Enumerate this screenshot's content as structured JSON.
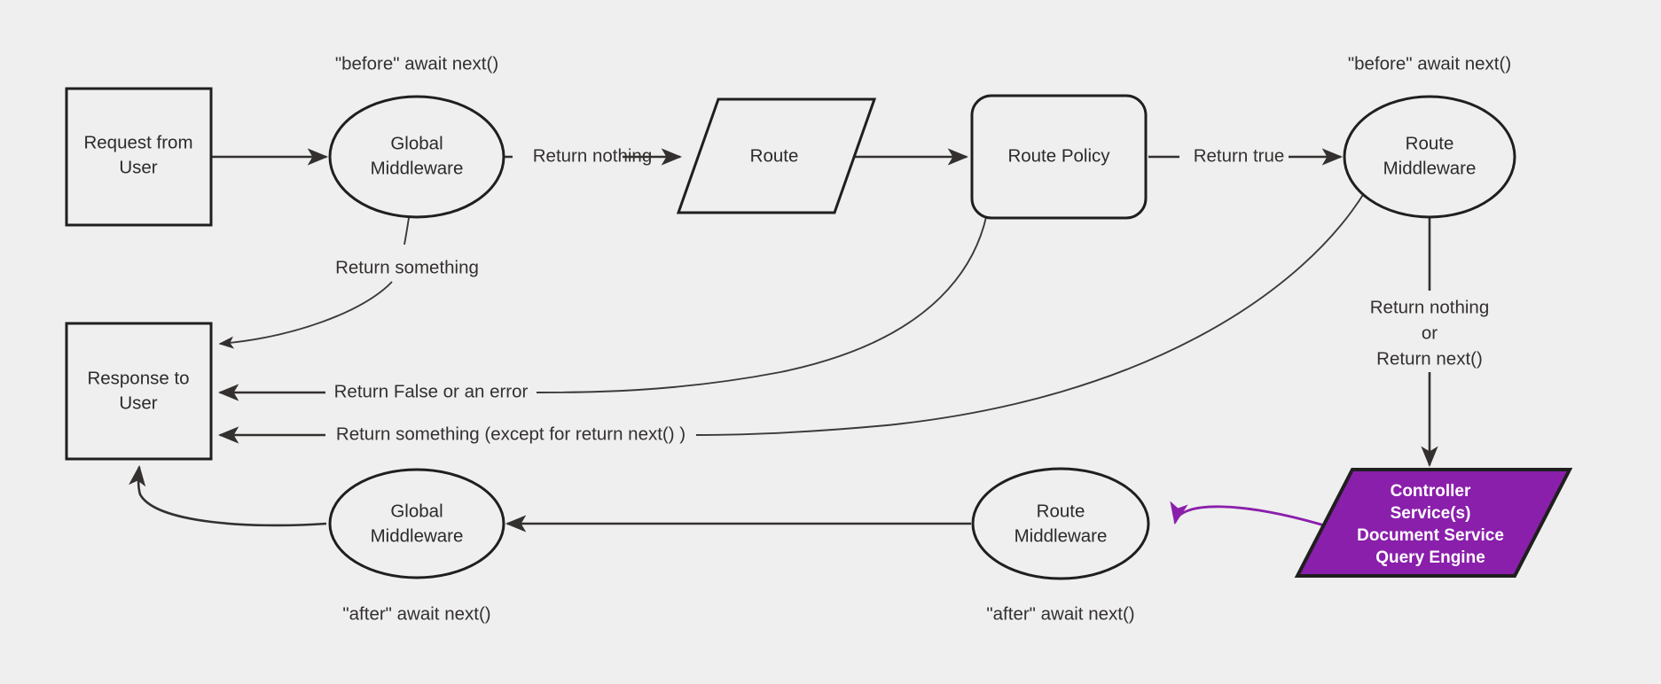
{
  "diagram": {
    "title": "Request lifecycle middleware flow",
    "background_color": "#efefef",
    "stroke_color": "#1f1f1f",
    "accent_color": "#8a1fab",
    "nodes": {
      "request_from_user": {
        "line1": "Request from",
        "line2": "User",
        "shape": "rectangle"
      },
      "global_middleware_before": {
        "line1": "Global",
        "line2": "Middleware",
        "shape": "ellipse"
      },
      "route": {
        "line1": "Route",
        "shape": "parallelogram"
      },
      "route_policy": {
        "line1": "Route Policy",
        "shape": "rounded-rectangle"
      },
      "route_middleware_before": {
        "line1": "Route",
        "line2": "Middleware",
        "shape": "ellipse"
      },
      "controller_services": {
        "line1": "Controller",
        "line2": "Service(s)",
        "line3": "Document Service",
        "line4": "Query Engine",
        "shape": "parallelogram",
        "fill": "#8a1fab",
        "text_color": "#ffffff"
      },
      "response_to_user": {
        "line1": "Response to",
        "line2": "User",
        "shape": "rectangle"
      },
      "global_middleware_after": {
        "line1": "Global",
        "line2": "Middleware",
        "shape": "ellipse"
      },
      "route_middleware_after": {
        "line1": "Route",
        "line2": "Middleware",
        "shape": "ellipse"
      }
    },
    "annotations": {
      "before_global": "\"before\" await next()",
      "before_route": "\"before\" await next()",
      "after_global": "\"after\" await next()",
      "after_route": "\"after\" await next()"
    },
    "edge_labels": {
      "return_nothing": "Return nothing",
      "return_true": "Return true",
      "return_something": "Return something",
      "return_false_or_error": "Return False or an error",
      "return_something_except_next": "Return something (except for return next() )",
      "return_nothing_or_next_1": "Return nothing",
      "return_nothing_or_next_2": "or",
      "return_nothing_or_next_3": "Return next()"
    }
  }
}
